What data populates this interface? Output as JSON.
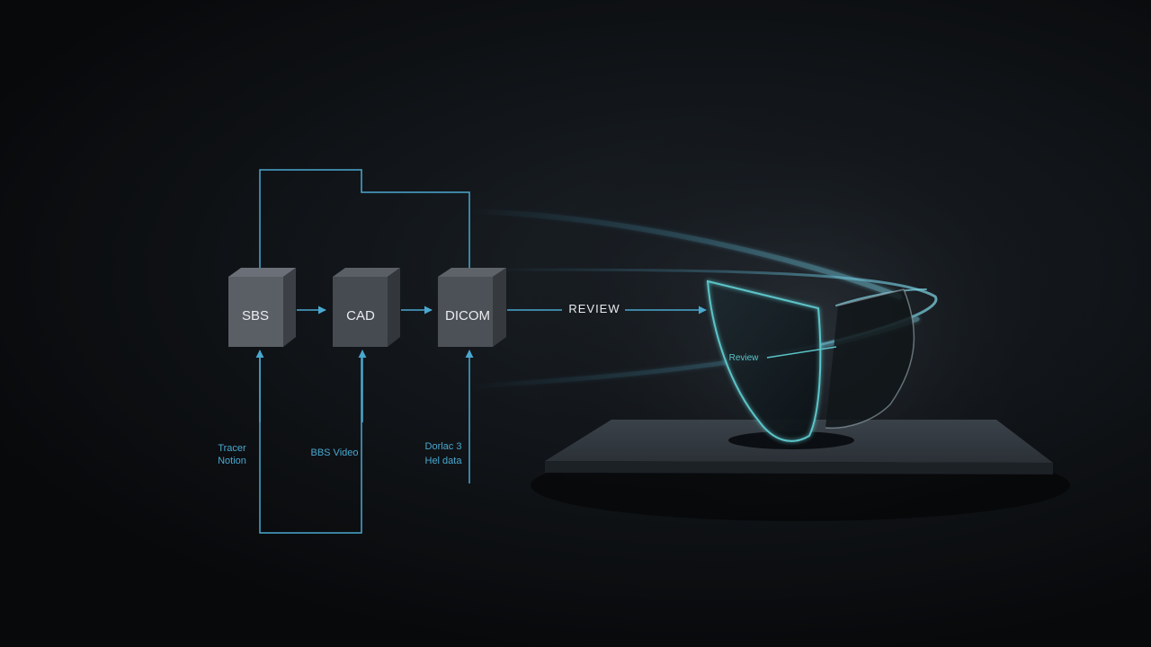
{
  "blocks": [
    {
      "label": "SBS"
    },
    {
      "label": "CAD"
    },
    {
      "label": "DICOM"
    }
  ],
  "flow_label": "REVIEW",
  "viewer_label": "Review",
  "input_labels": [
    {
      "line1": "Tracer",
      "line2": "Notion"
    },
    {
      "line1": "BBS Video",
      "line2": ""
    },
    {
      "line1": "Dorlac 3",
      "line2": "Hel data"
    }
  ],
  "colors": {
    "accent": "#4aa8d0",
    "glow": "#5bc4c8",
    "block_front": "#5a5f66",
    "block_side": "#3c4046",
    "text": "#e8ecef"
  }
}
